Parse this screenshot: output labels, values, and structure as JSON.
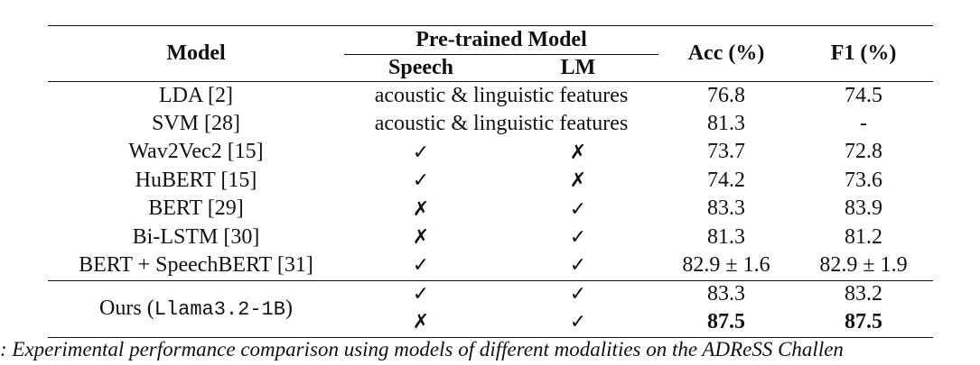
{
  "table": {
    "header": {
      "model": "Model",
      "pretrained": "Pre-trained Model",
      "speech": "Speech",
      "lm": "LM",
      "acc": "Acc (%)",
      "f1": "F1 (%)"
    },
    "rows": [
      {
        "model": "LDA [2]",
        "pretrained": "acoustic & linguistic features",
        "acc": "76.8",
        "f1": "74.5"
      },
      {
        "model": "SVM [28]",
        "pretrained": "acoustic & linguistic features",
        "acc": "81.3",
        "f1": "-"
      },
      {
        "model": "Wav2Vec2 [15]",
        "speech": "✓",
        "lm": "✗",
        "acc": "73.7",
        "f1": "72.8"
      },
      {
        "model": "HuBERT [15]",
        "speech": "✓",
        "lm": "✗",
        "acc": "74.2",
        "f1": "73.6"
      },
      {
        "model": "BERT [29]",
        "speech": "✗",
        "lm": "✓",
        "acc": "83.3",
        "f1": "83.9"
      },
      {
        "model": "Bi-LSTM [30]",
        "speech": "✗",
        "lm": "✓",
        "acc": "81.3",
        "f1": "81.2"
      },
      {
        "model": "BERT + SpeechBERT [31]",
        "speech": "✓",
        "lm": "✓",
        "acc": "82.9 ± 1.6",
        "f1": "82.9 ± 1.9"
      }
    ],
    "ours": {
      "label": "Ours",
      "model_code": "Llama3.2-1B",
      "rows": [
        {
          "speech": "✓",
          "lm": "✓",
          "acc": "83.3",
          "f1": "83.2"
        },
        {
          "speech": "✗",
          "lm": "✓",
          "acc": "87.5",
          "f1": "87.5"
        }
      ]
    }
  },
  "caption": ": Experimental performance comparison using models of different modalities on the ADReSS Challen"
}
